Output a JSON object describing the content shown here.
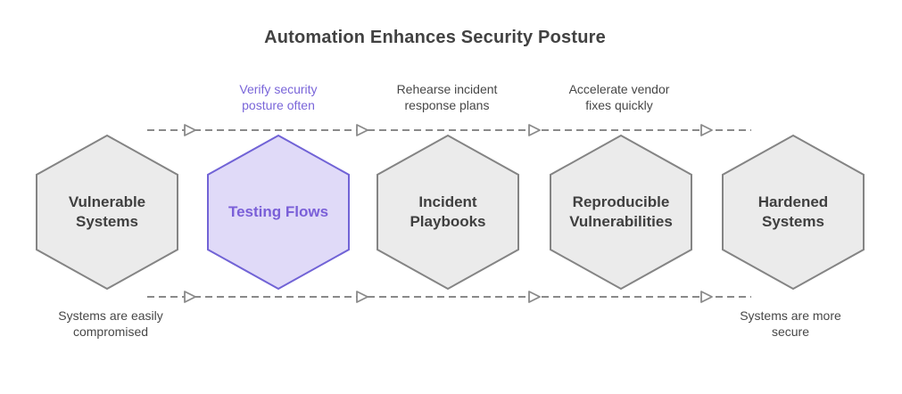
{
  "title": "Automation Enhances Security Posture",
  "nodes": [
    {
      "label": "Vulnerable\nSystems",
      "variant": "default"
    },
    {
      "label": "Testing Flows",
      "variant": "accent"
    },
    {
      "label": "Incident\nPlaybooks",
      "variant": "default"
    },
    {
      "label": "Reproducible\nVulnerabilities",
      "variant": "default"
    },
    {
      "label": "Hardened\nSystems",
      "variant": "default"
    }
  ],
  "top_labels": [
    {
      "text": "Verify security\nposture often",
      "variant": "accent"
    },
    {
      "text": "Rehearse incident\nresponse plans",
      "variant": "default"
    },
    {
      "text": "Accelerate vendor\nfixes quickly",
      "variant": "default"
    }
  ],
  "bottom_labels": [
    {
      "text": "Systems are easily\ncompromised"
    },
    {
      "text": "Systems are more\nsecure"
    }
  ],
  "colors": {
    "accent_fill": "#e0daf8",
    "accent_border": "#7163d6",
    "accent_text": "#7a5fd8",
    "node_fill": "#ebebeb",
    "node_border": "#848484",
    "node_text": "#3f3f3f",
    "flow_line": "#8a8a8a",
    "annotation_text": "#474747",
    "title_text": "#424242"
  }
}
